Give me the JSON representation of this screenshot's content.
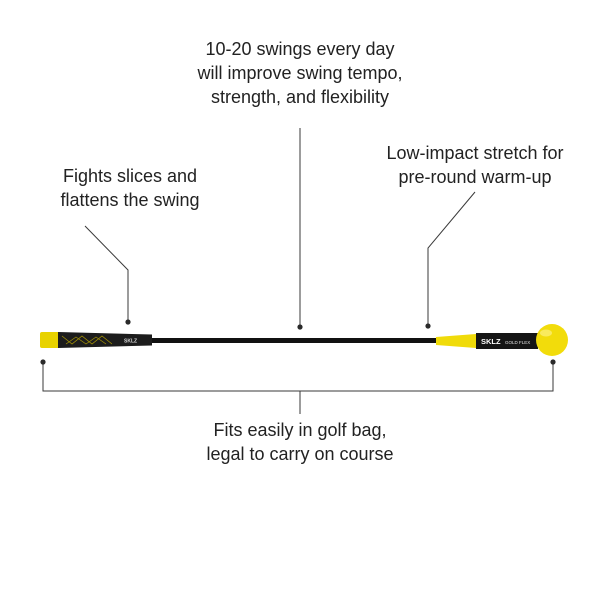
{
  "callouts": {
    "tempo": {
      "lines": [
        "10-20 swings every day",
        "will improve swing tempo,",
        "strength, and flexibility"
      ]
    },
    "slices": {
      "lines": [
        "Fights slices and",
        "flattens the swing"
      ]
    },
    "stretch": {
      "lines": [
        "Low-impact stretch for",
        "pre-round warm-up"
      ]
    },
    "bag": {
      "lines": [
        "Fits easily in golf bag,",
        "legal to carry on course"
      ]
    }
  },
  "product": {
    "grip_logo": "SKLZ",
    "head_logo": "SKLZ",
    "head_model": "GOLD FLEX"
  },
  "colors": {
    "background": "#ffffff",
    "text": "#222222",
    "leader_line": "#3a3a3a",
    "shaft": "#111111",
    "grip": "#1c1c1c",
    "grip_cap": "#e8d200",
    "head_sleeve": "#f0db0a",
    "ball": "#f2dc0b",
    "logo_band": "#151515",
    "logo_text": "#ffffff"
  }
}
